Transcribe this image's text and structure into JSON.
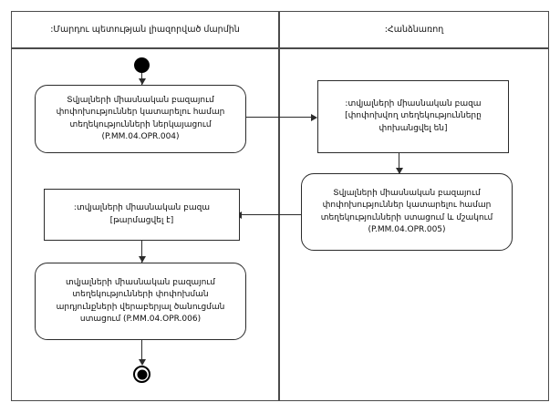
{
  "diagram": {
    "type": "uml-activity-diagram",
    "lanes": [
      {
        "id": "lane-left",
        "label": ":Մարդու պետության լիազորված մարմին"
      },
      {
        "id": "lane-right",
        "label": ":Հանձնառող"
      }
    ],
    "nodes": [
      {
        "id": "initial",
        "kind": "initial-node",
        "lane": "lane-left",
        "label": ""
      },
      {
        "id": "activity-1",
        "kind": "activity",
        "lane": "lane-left",
        "label": "Տվյալների միասնական բազայում\nփոփոխություններ կատարելու համար\nտեղեկությունների ներկայացում\n(P.MM.04.OPR.004)",
        "code": "P.MM.04.OPR.004"
      },
      {
        "id": "object-1",
        "kind": "object-node",
        "lane": "lane-right",
        "label": ":տվյալների միասնական բազա\n[փոփոխվող տեղեկությունները\nփոխանցվել են]"
      },
      {
        "id": "activity-2",
        "kind": "activity",
        "lane": "lane-right",
        "label": "Տվյալների միասնական բազայում\nփոփոխություններ կատարելու համար\nտեղեկությունների ստացում և մշակում\n(P.MM.04.OPR.005)",
        "code": "P.MM.04.OPR.005"
      },
      {
        "id": "object-2",
        "kind": "object-node",
        "lane": "lane-left",
        "label": ":տվյալների միասնական բազա\n[թարմացվել է]"
      },
      {
        "id": "activity-3",
        "kind": "activity",
        "lane": "lane-left",
        "label": "տվյալների միասնական բազայում\nտեղեկությունների փոփոխման\nարդյունքների վերաբերյալ ծանուցման\nստացում (P.MM.04.OPR.006)",
        "code": "P.MM.04.OPR.006"
      },
      {
        "id": "final",
        "kind": "final-node",
        "lane": "lane-left",
        "label": ""
      }
    ],
    "edges": [
      {
        "id": "edge-initial-to-activity1",
        "from": "initial",
        "to": "activity-1",
        "direction": "down"
      },
      {
        "id": "edge-activity1-to-object1",
        "from": "activity-1",
        "to": "object-1",
        "direction": "right"
      },
      {
        "id": "edge-object1-to-activity2",
        "from": "object-1",
        "to": "activity-2",
        "direction": "down"
      },
      {
        "id": "edge-activity2-to-object2",
        "from": "activity-2",
        "to": "object-2",
        "direction": "left"
      },
      {
        "id": "edge-object2-to-activity3",
        "from": "object-2",
        "to": "activity-3",
        "direction": "down"
      },
      {
        "id": "edge-activity3-to-final",
        "from": "activity-3",
        "to": "final",
        "direction": "down"
      }
    ],
    "colors": {
      "frame_stroke": "#4a4a4a",
      "node_stroke": "#2b2b2b",
      "node_fill": "#ffffff",
      "text": "#0d0d0d",
      "background": "#ffffff"
    }
  }
}
